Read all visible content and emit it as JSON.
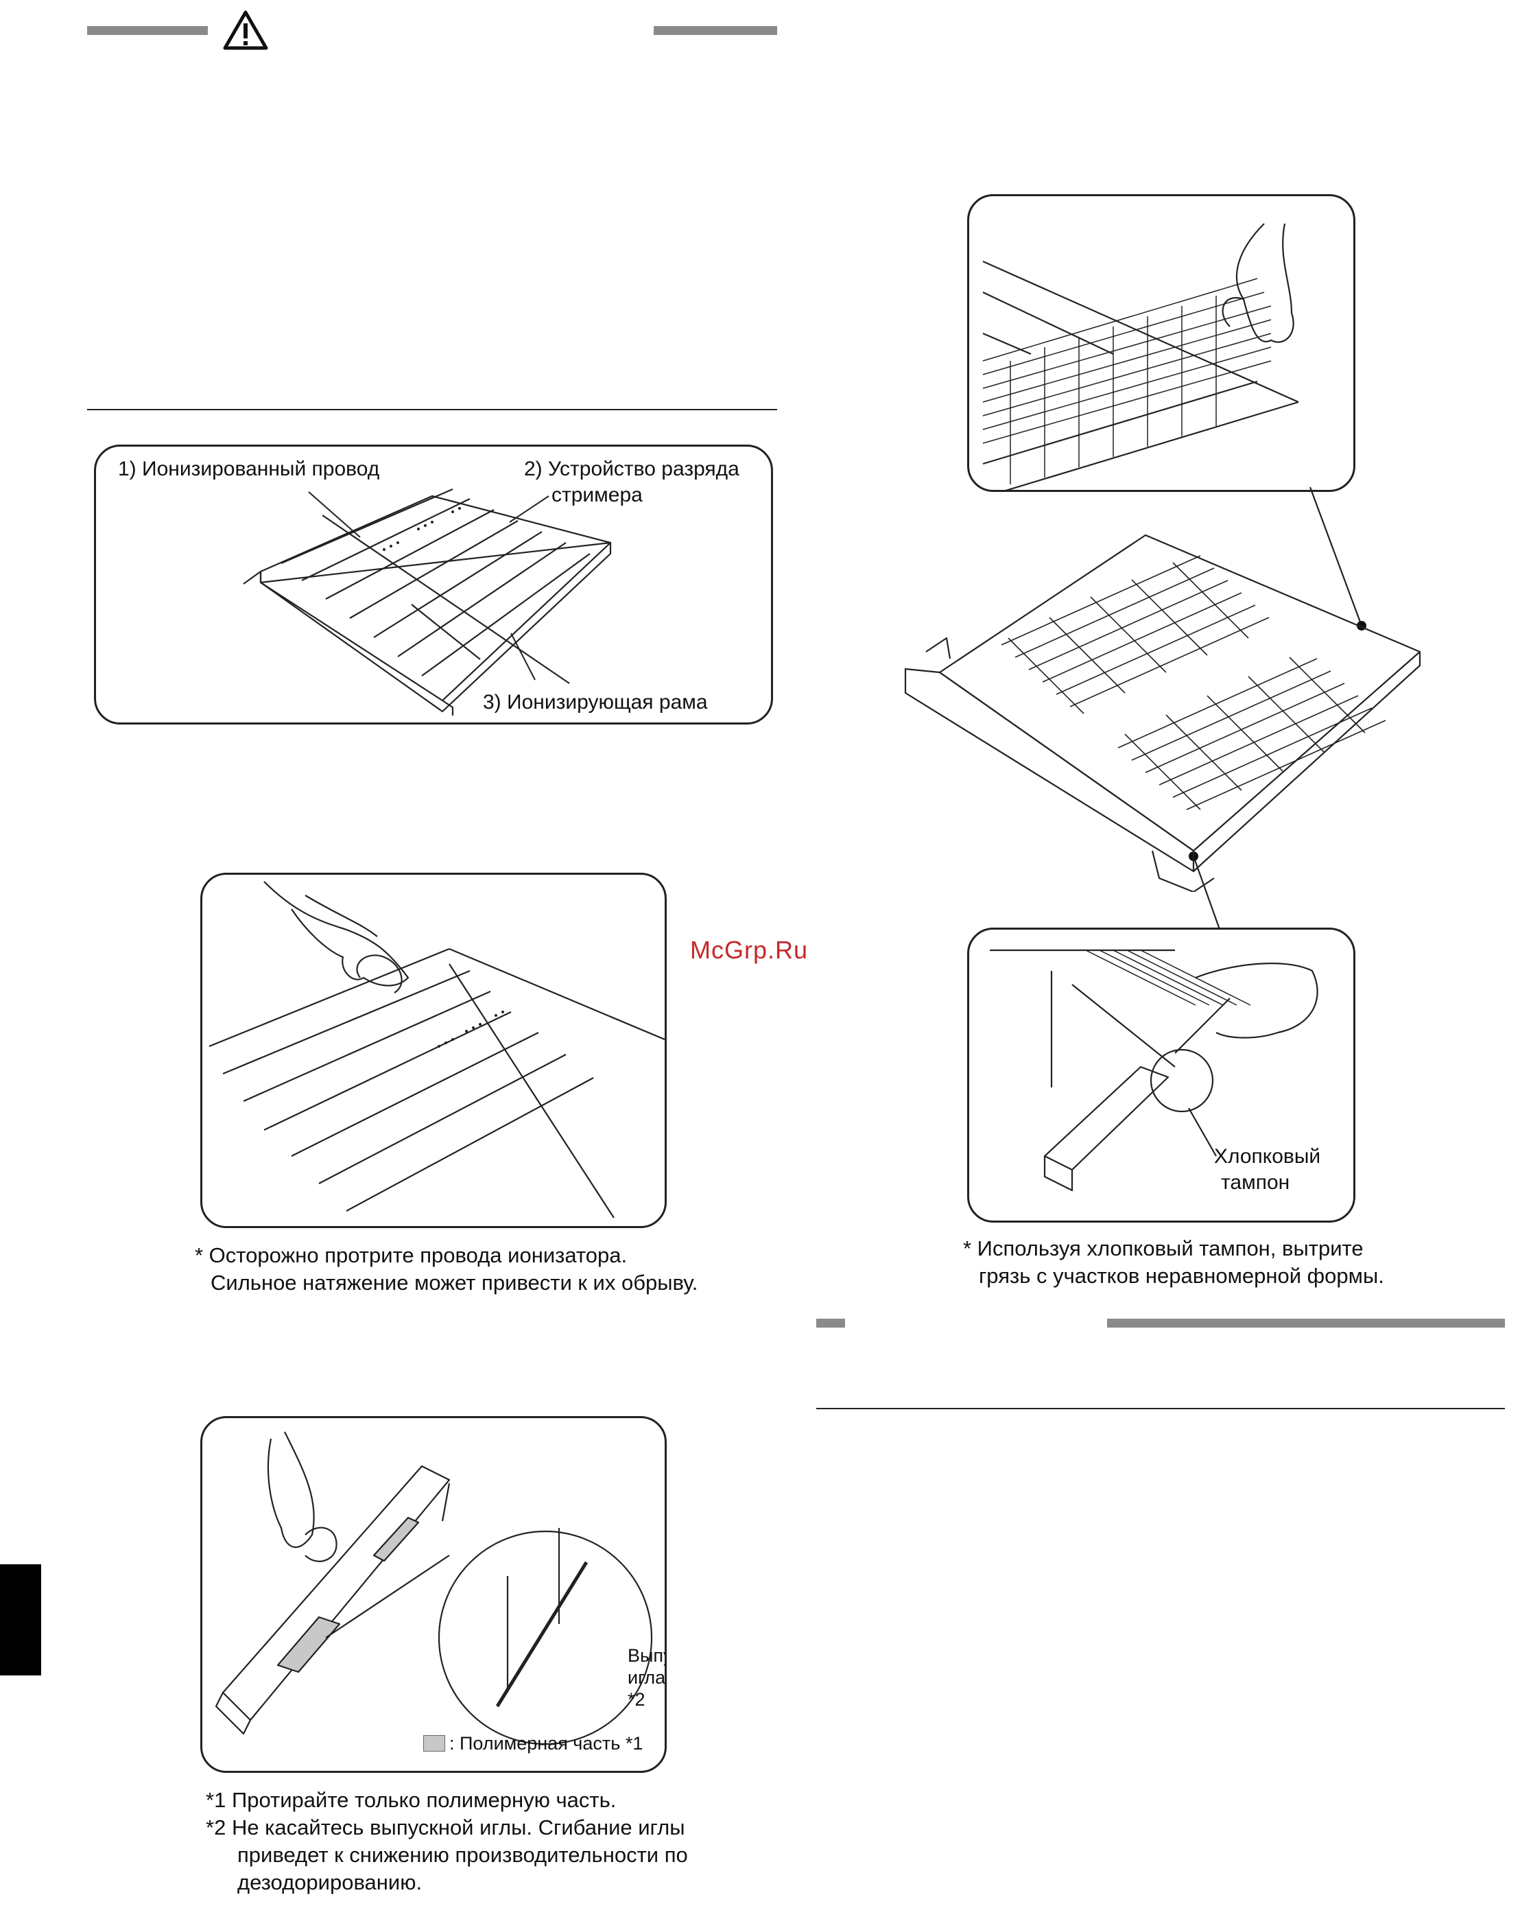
{
  "watermark": "McGrp.Ru",
  "left_top_diagram": {
    "label_wire": "1) Ионизированный провод",
    "label_streamer_line1": "2) Устройство разряда",
    "label_streamer_line2": "стримера",
    "label_frame": "3) Ионизирующая рама"
  },
  "wipe_note": {
    "line1": "* Осторожно протрите провода ионизатора.",
    "line2": "Сильное натяжение может привести к их обрыву."
  },
  "needle_diagram": {
    "label_needle_line1": "Выпускная",
    "label_needle_line2": "игла",
    "label_needle_line3": "*2",
    "legend_text": ": Полимерная часть *1"
  },
  "resin_notes": {
    "n1_mark": "*1",
    "n1_text": "Протирайте только полимерную часть.",
    "n2_mark": "*2",
    "n2_line1": "Не касайтесь выпускной иглы. Сгибание иглы",
    "n2_line2": "приведет к снижению производительности по",
    "n2_line3": "дезодорированию."
  },
  "cotton_diagram": {
    "label_line1": "Хлопковый",
    "label_line2": "тампон"
  },
  "cotton_note": {
    "line1": "* Используя хлопковый тампон, вытрите",
    "line2": "грязь с участков неравномерной формы."
  }
}
